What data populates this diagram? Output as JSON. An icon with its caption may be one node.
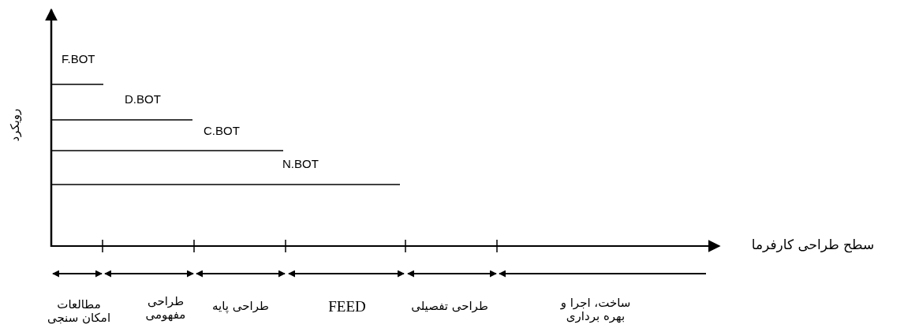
{
  "diagram": {
    "labels": [
      "F.BOT",
      "D.BOT",
      "C.BOT",
      "N.BOT",
      "رویکرد",
      "سطح طراحی کارفرما",
      "مطالعات امکان سنجی",
      "طراحی مفهومی",
      "طراحی پایه",
      "FEED",
      "طراحی تفصیلی",
      "ساخت، اجرا و بهره برداری"
    ]
  }
}
